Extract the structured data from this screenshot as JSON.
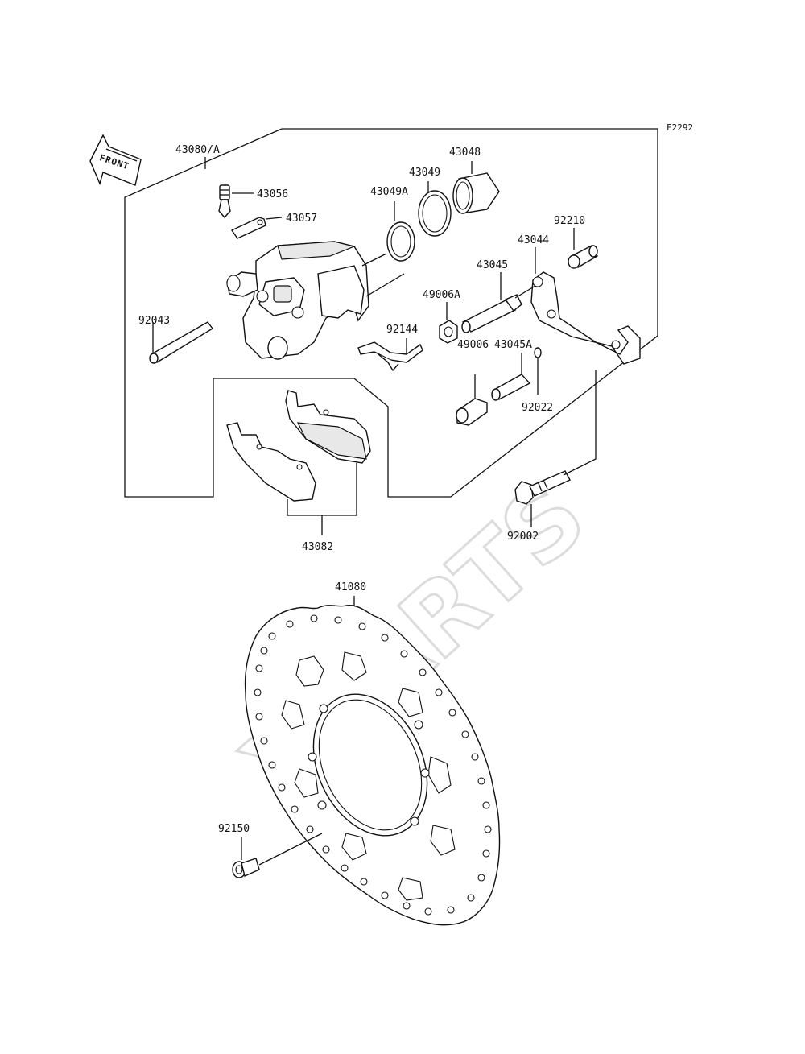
{
  "diagram_code": "F2292",
  "front_arrow_label": "FRONT",
  "watermark": "XPARTS",
  "parts": {
    "caliper_assy": "43080/A",
    "bleed_valve": "43056",
    "bleed_cap": "43057",
    "pad_pin": "92043",
    "seal_a": "43049A",
    "seal": "43049",
    "piston": "43048",
    "pad_spring": "92144",
    "boot_a": "49006A",
    "sleeve_pin": "43045",
    "bracket": "43044",
    "bushing": "92210",
    "boot": "49006",
    "sleeve_pin_a": "43045A",
    "circlip": "92022",
    "bolt": "92002",
    "pad_set": "43082",
    "disc": "41080",
    "disc_bolt": "92150"
  }
}
